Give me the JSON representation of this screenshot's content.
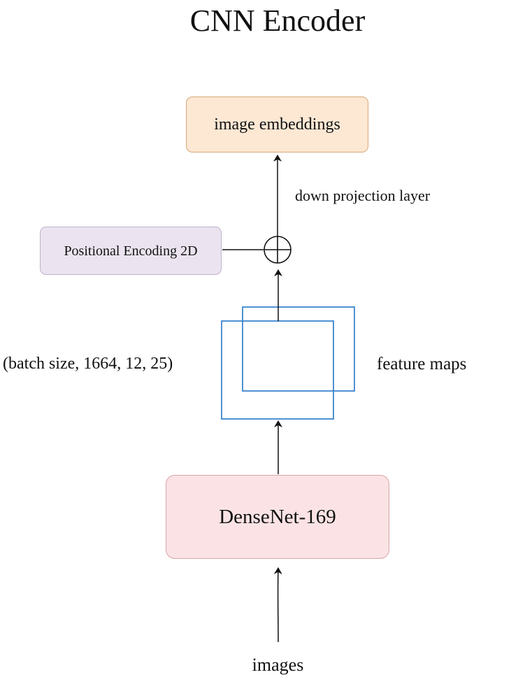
{
  "diagram": {
    "title": "CNN Encoder",
    "nodes": {
      "image_embeddings": "image embeddings",
      "positional_encoding": "Positional Encoding 2D",
      "densenet": "DenseNet-169"
    },
    "labels": {
      "down_projection": "down projection layer",
      "feature_shape": "(batch size, 1664, 12, 25)",
      "feature_maps": "feature maps",
      "images": "images"
    },
    "colors": {
      "embeddings_fill": "#fde8d4",
      "positional_fill": "#ebe4f0",
      "densenet_fill": "#fbe3e5",
      "feature_map_stroke": "#3c85cf",
      "line": "#111111"
    }
  }
}
